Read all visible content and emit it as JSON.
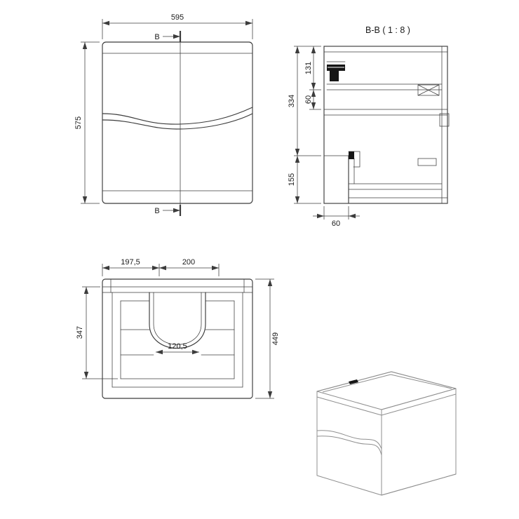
{
  "page": {
    "background": "#ffffff",
    "line_color": "#3c3c3c"
  },
  "front_view": {
    "width_dim": "595",
    "height_dim": "575",
    "section_top": "B",
    "section_bottom": "B"
  },
  "section_view": {
    "title": "B-B ( 1 : 8 )",
    "dim_inner_top": "131",
    "dim_inner_mid": "60",
    "dim_outer_upper": "334",
    "dim_outer_lower": "155",
    "dim_bottom": "60"
  },
  "plan_view": {
    "dim_top_left": "197,5",
    "dim_top_right": "200",
    "dim_left": "347",
    "dim_right": "449",
    "dim_cutout": "120,5"
  }
}
